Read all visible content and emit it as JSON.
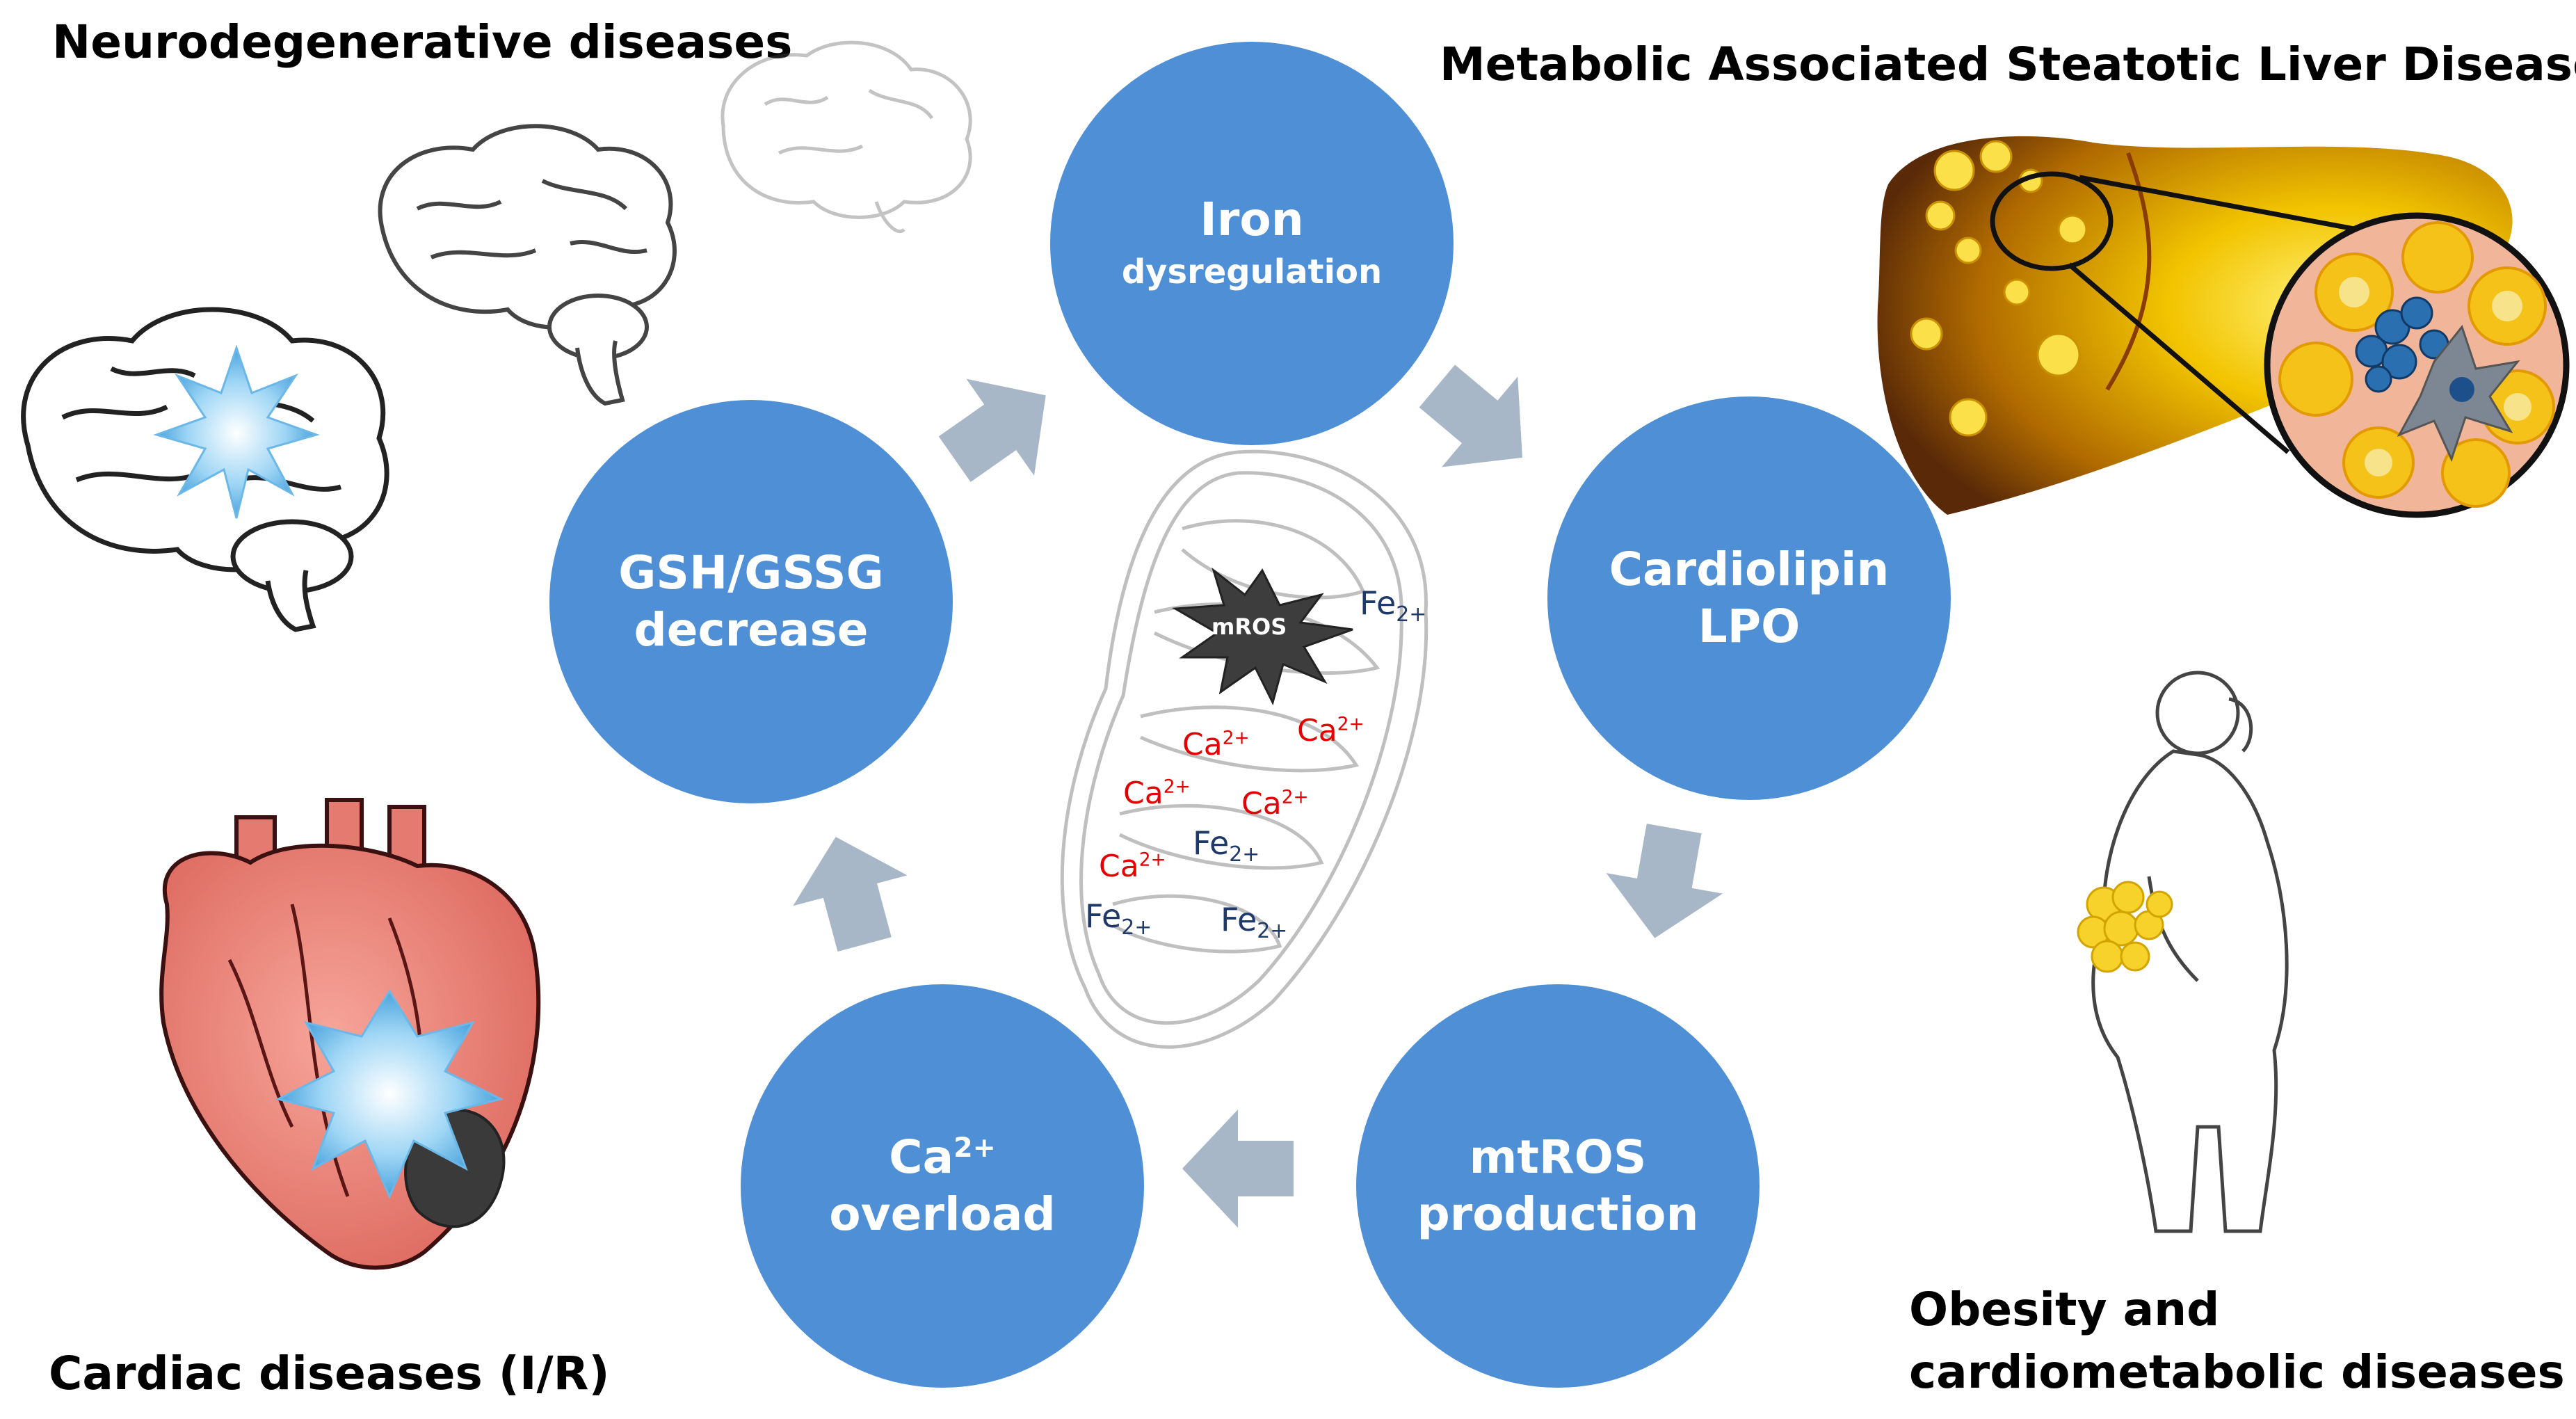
{
  "labels": {
    "neuro": "Neurodegenerative diseases",
    "masld": "Metabolic Associated Steatotic Liver Disease",
    "cardiac": "Cardiac diseases (I/R)",
    "obesity_line1": "Obesity and",
    "obesity_line2": "cardiometabolic diseases"
  },
  "cycle": {
    "iron": {
      "line1": "Iron",
      "line2": "dysregulation"
    },
    "cardiolipin": {
      "line1": "Cardiolipin",
      "line2": "LPO"
    },
    "mtros": {
      "line1": "mtROS",
      "line2": "production"
    },
    "ca": {
      "line1_base": "Ca",
      "line1_sup": "2+",
      "line2": "overload"
    },
    "gsh": {
      "line1": "GSH/GSSG",
      "line2": "decrease"
    }
  },
  "mito": {
    "mros": "mROS",
    "ion_ca": "Ca",
    "ion_ca_sup": "2+",
    "ion_fe": "Fe",
    "ion_fe_sub": "2+"
  },
  "colors": {
    "node": "#4f8fd6",
    "arrow": "#a8b7c7",
    "calcium": "#e60000",
    "iron": "#1f3a68",
    "burst": "#3d3d3d"
  }
}
